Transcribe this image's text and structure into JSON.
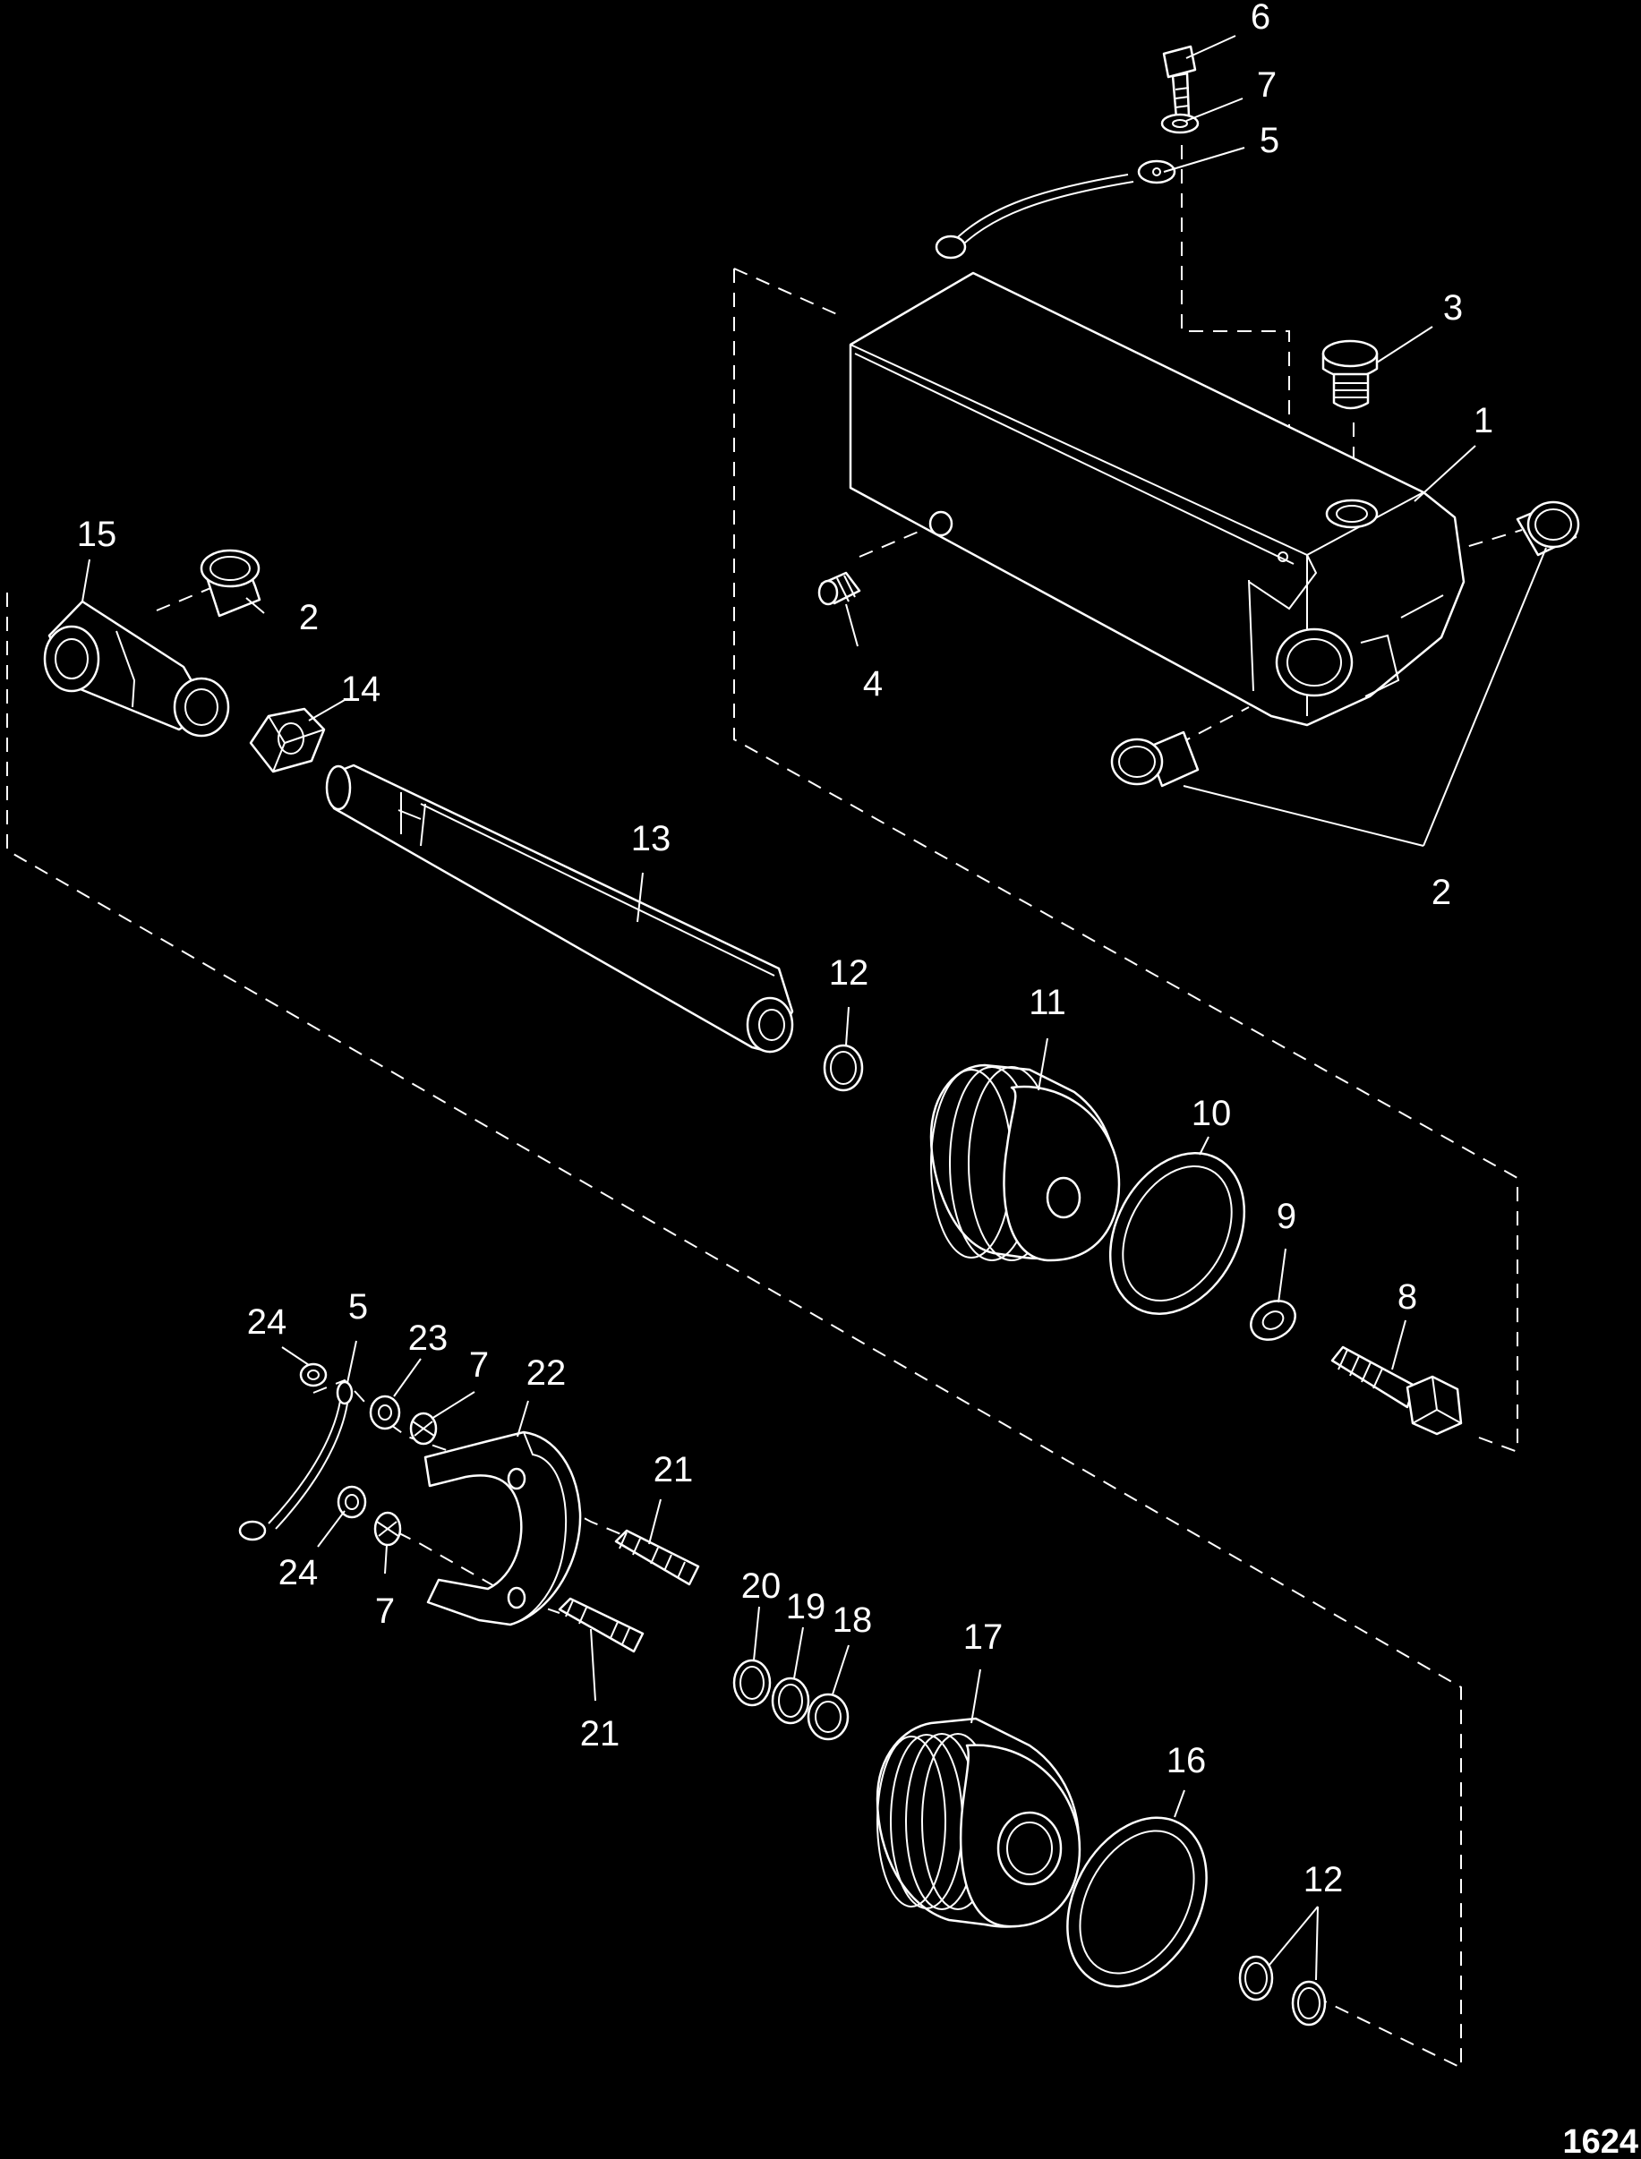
{
  "figure_id": "1624",
  "callouts": {
    "c1": "1",
    "c2a": "2",
    "c2b": "2",
    "c3": "3",
    "c4": "4",
    "c5a": "5",
    "c5b": "5",
    "c6": "6",
    "c7a": "7",
    "c7b": "7",
    "c7c": "7",
    "c8": "8",
    "c9": "9",
    "c10": "10",
    "c11": "11",
    "c12a": "12",
    "c12b": "12",
    "c13": "13",
    "c14": "14",
    "c15": "15",
    "c16": "16",
    "c17": "17",
    "c18": "18",
    "c19": "19",
    "c20": "20",
    "c21a": "21",
    "c21b": "21",
    "c22": "22",
    "c23": "23",
    "c24a": "24",
    "c24b": "24"
  }
}
